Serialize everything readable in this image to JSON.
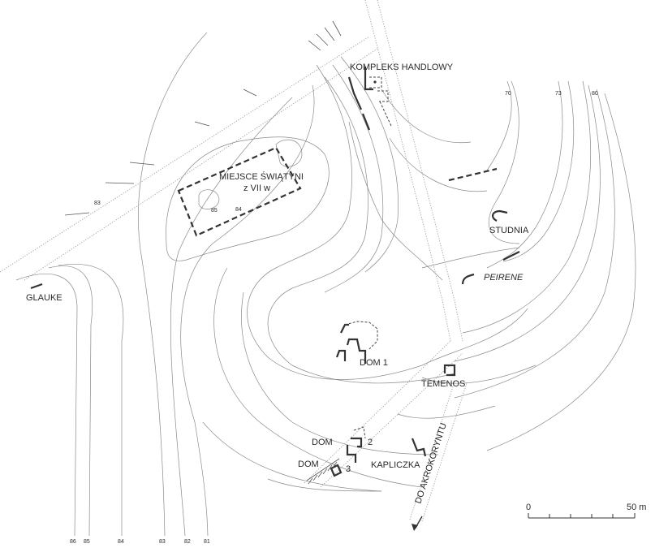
{
  "map": {
    "labels": {
      "kompleks": "KOMPLEKS HANDLOWY",
      "miejsce_line1": "MIEJSCE ŚWIĄTYNI",
      "miejsce_line2": "z VII w",
      "studnia": "STUDNIA",
      "peirene": "PEIRENE",
      "glauke": "GLAUKE",
      "dom1": "DOM 1",
      "temenos": "TEMENOS",
      "dom_upper": "DOM",
      "dom_lower": "DOM",
      "num2": "2",
      "num3": "3",
      "kapliczka": "KAPLICZKA",
      "road_dest": "DO AKROKORYNTU"
    },
    "elevations": {
      "e70": "70",
      "e73": "73",
      "e80": "80",
      "e83_top": "83",
      "e85_temple": "85",
      "e84_temple": "84",
      "b86": "86",
      "b85": "85",
      "b84": "84",
      "b83": "83",
      "b82": "82",
      "b81": "81"
    },
    "scale": {
      "start": "0",
      "end": "50 m"
    }
  }
}
